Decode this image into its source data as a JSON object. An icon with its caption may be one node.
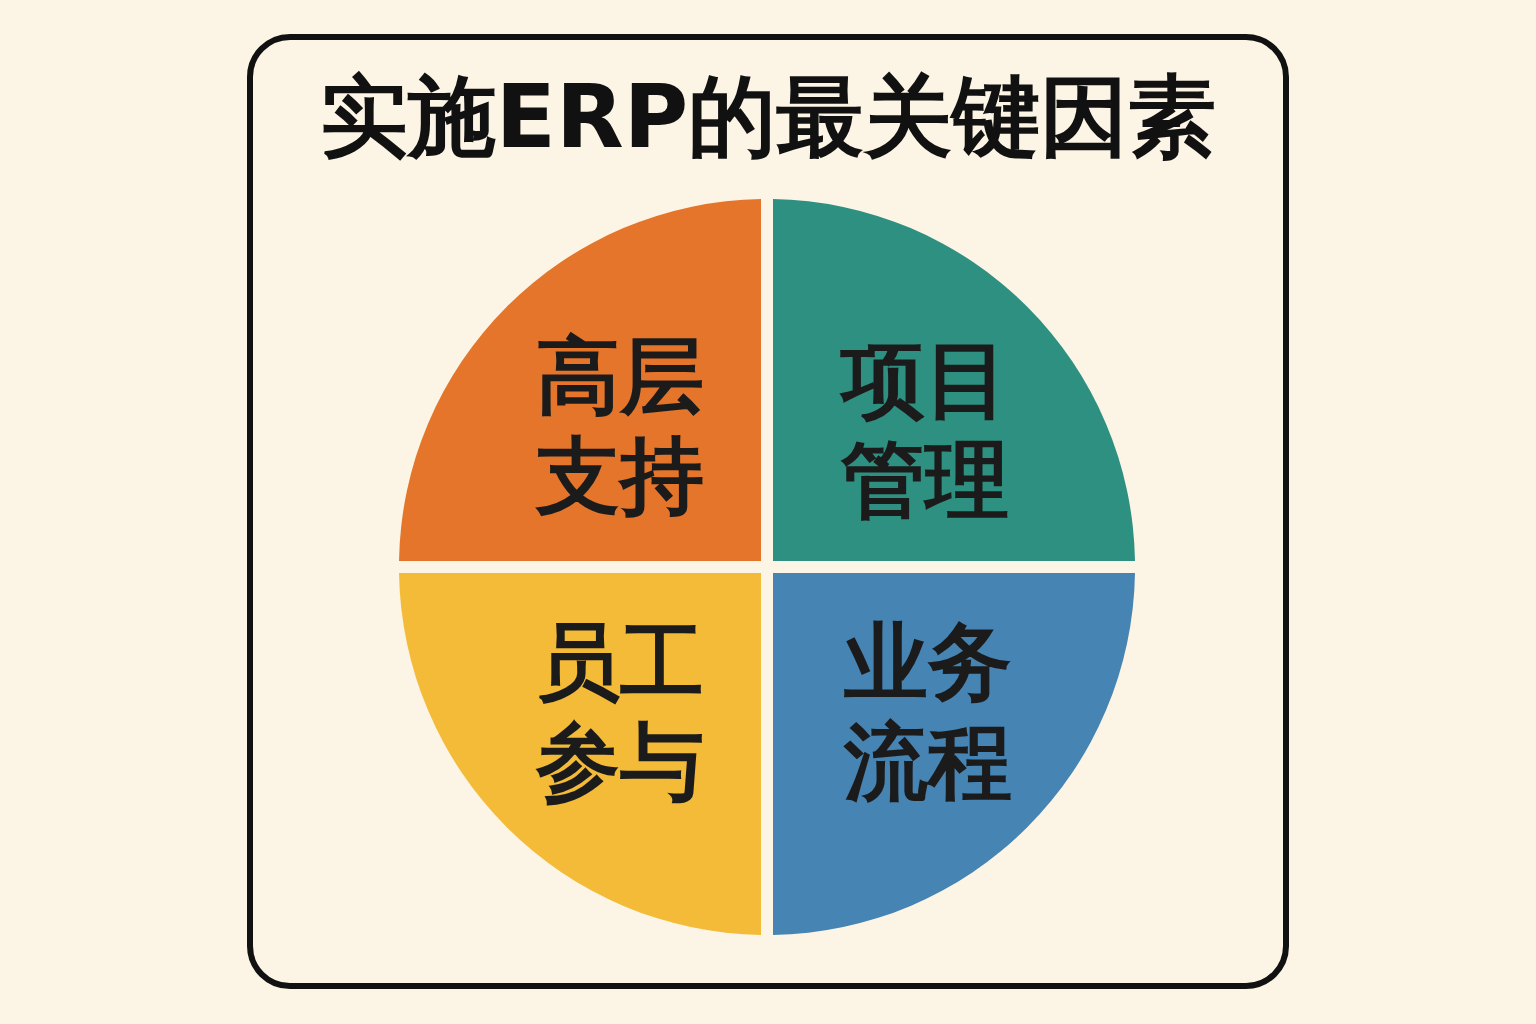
{
  "diagram": {
    "title": "实施ERP的最关键因素",
    "nodes": [
      {
        "text": [
          "高层支持"
        ]
      },
      {
        "text": [
          "项目管理"
        ]
      },
      {
        "text": [
          "员工参与"
        ]
      },
      {
        "text": [
          "业务流程"
        ]
      }
    ]
  }
}
